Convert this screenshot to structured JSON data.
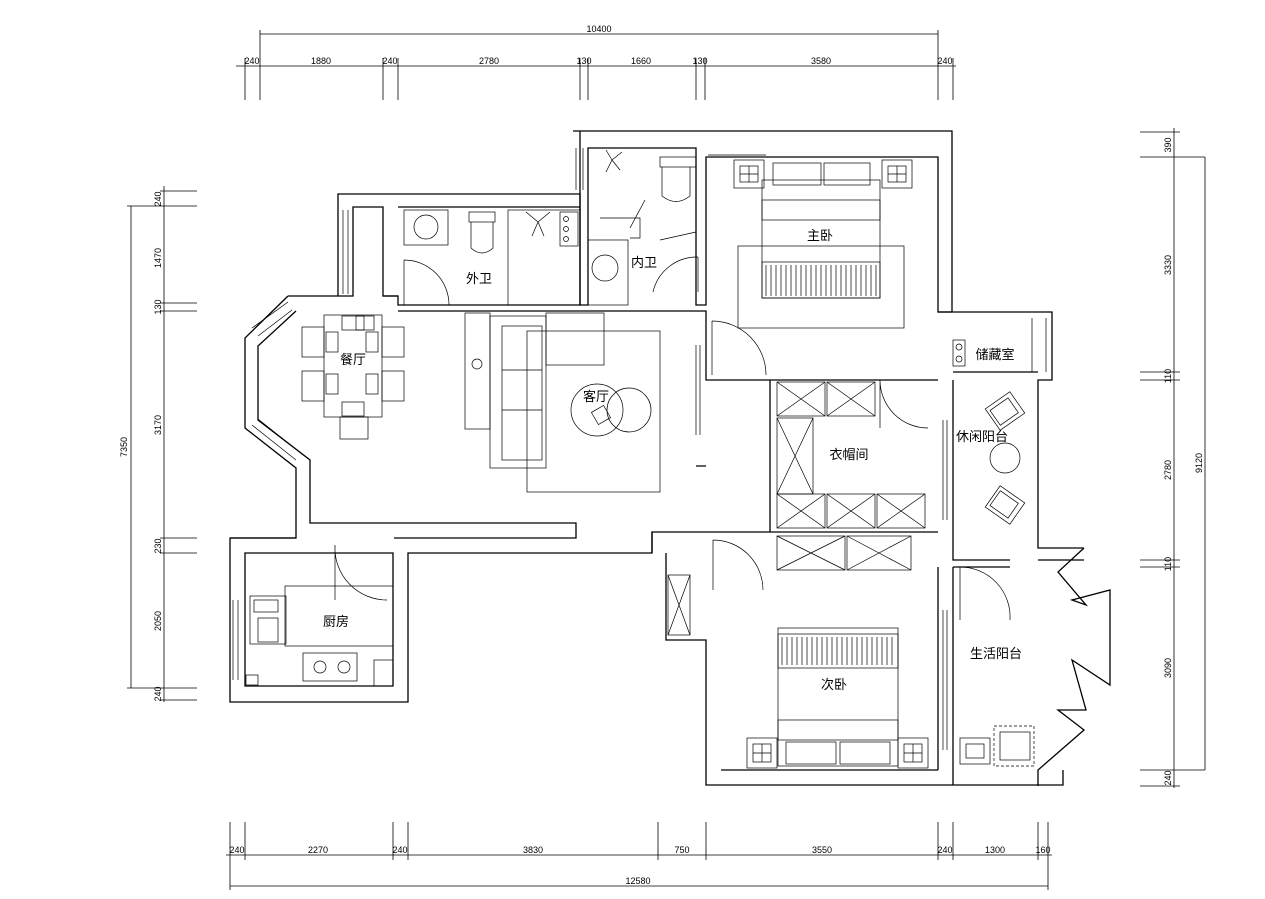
{
  "rooms": {
    "master_bedroom": "主卧",
    "outer_bath": "外卫",
    "inner_bath": "内卫",
    "storage": "储藏室",
    "dining": "餐厅",
    "living": "客厅",
    "closet": "衣帽间",
    "leisure_balcony": "休闲阳台",
    "kitchen": "厨房",
    "second_bedroom": "次卧",
    "utility_balcony": "生活阳台"
  },
  "dims": {
    "top_total": "10400",
    "top": [
      "240",
      "1880",
      "240",
      "2780",
      "130",
      "1660",
      "130",
      "3580",
      "240"
    ],
    "bottom_total": "12580",
    "bottom": [
      "240",
      "2270",
      "240",
      "3830",
      "750",
      "3550",
      "240",
      "1300",
      "160"
    ],
    "left_total": "7350",
    "left": [
      "240",
      "1470",
      "130",
      "3170",
      "230",
      "2050",
      "240"
    ],
    "right_total": "9120",
    "right": [
      "390",
      "3330",
      "110",
      "2780",
      "110",
      "3090",
      "240"
    ]
  }
}
